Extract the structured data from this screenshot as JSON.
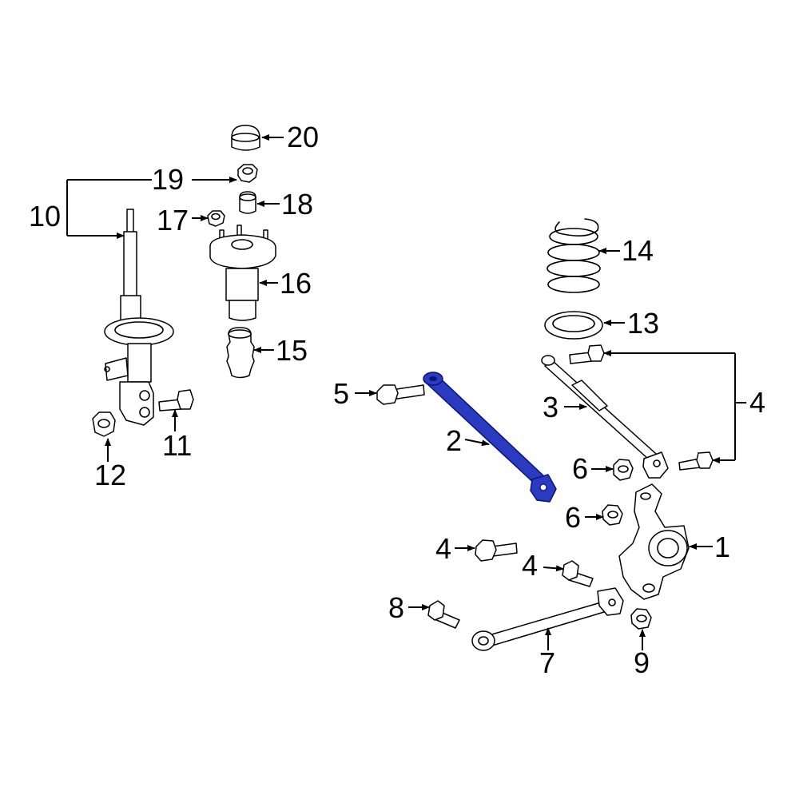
{
  "diagram": {
    "highlight_color": "#2b3bbf",
    "callouts": {
      "c1": "1",
      "c2": "2",
      "c3": "3",
      "c4a": "4",
      "c4b": "4",
      "c4c": "4",
      "c5": "5",
      "c6a": "6",
      "c6b": "6",
      "c7": "7",
      "c8": "8",
      "c9": "9",
      "c10": "10",
      "c11": "11",
      "c12": "12",
      "c13": "13",
      "c14": "14",
      "c15": "15",
      "c16": "16",
      "c17": "17",
      "c18": "18",
      "c19": "19",
      "c20": "20"
    }
  }
}
